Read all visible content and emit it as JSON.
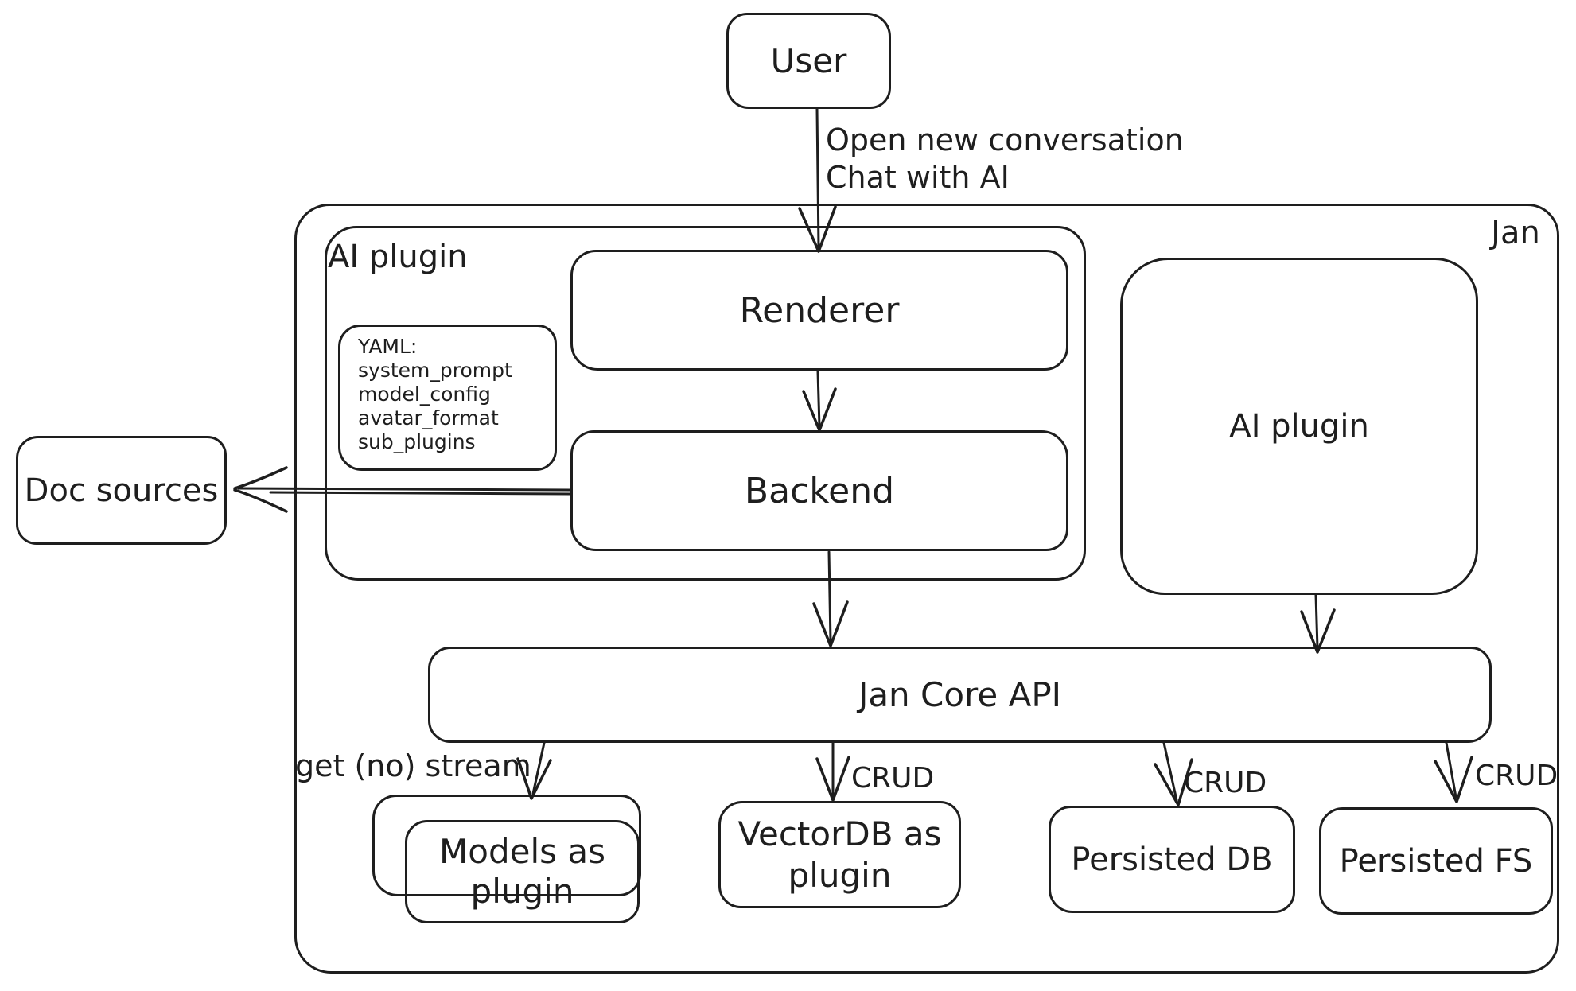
{
  "colors": {
    "stroke": "#1e1e1e",
    "background": "#ffffff"
  },
  "nodes": {
    "user": {
      "label": "User"
    },
    "jan": {
      "label": "Jan"
    },
    "ai_plugin_group": {
      "label": "AI plugin"
    },
    "renderer": {
      "label": "Renderer"
    },
    "backend": {
      "label": "Backend"
    },
    "yaml_note": {
      "title": "YAML:",
      "items": [
        "system_prompt",
        "model_config",
        "avatar_format",
        "sub_plugins"
      ]
    },
    "doc_sources": {
      "label": "Doc sources"
    },
    "ai_plugin_right": {
      "label": "AI plugin"
    },
    "jan_core_api": {
      "label": "Jan Core API"
    },
    "models_plugin": {
      "line1": "Models as",
      "line2": "plugin"
    },
    "vectordb_plugin": {
      "line1": "VectorDB as",
      "line2": "plugin"
    },
    "persisted_db": {
      "label": "Persisted DB"
    },
    "persisted_fs": {
      "label": "Persisted FS"
    }
  },
  "edges": {
    "user_to_renderer": {
      "label_line1": "Open new conversation",
      "label_line2": "Chat with AI"
    },
    "jan_core_to_models": {
      "label": "get (no) stream"
    },
    "crud_label": "CRUD"
  }
}
